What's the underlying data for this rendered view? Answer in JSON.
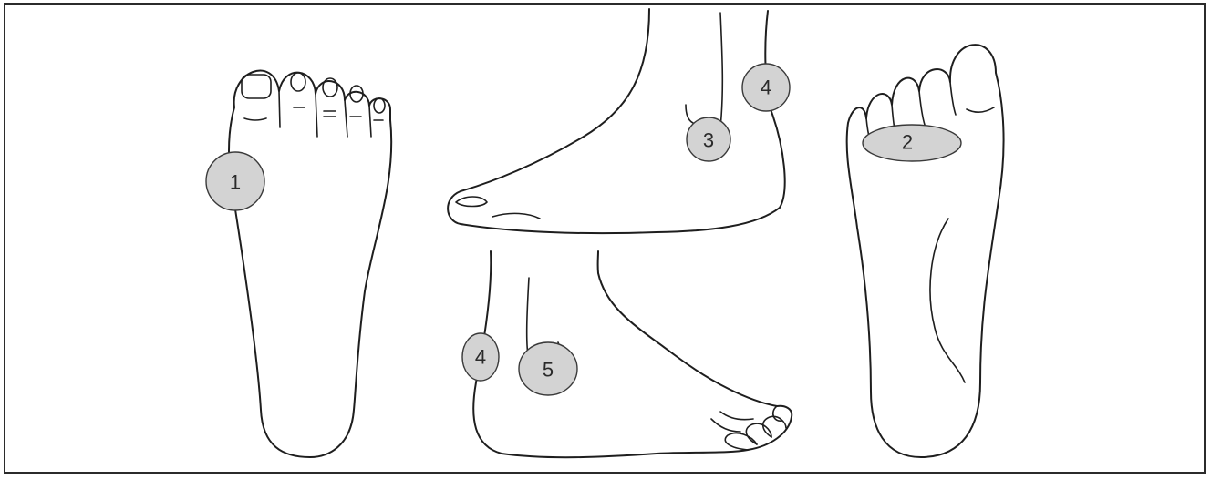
{
  "figure": {
    "markers": [
      {
        "id": "marker-1",
        "label": "1"
      },
      {
        "id": "marker-2",
        "label": "2"
      },
      {
        "id": "marker-3",
        "label": "3"
      },
      {
        "id": "marker-4-top",
        "label": "4"
      },
      {
        "id": "marker-4-side",
        "label": "4"
      },
      {
        "id": "marker-5",
        "label": "5"
      }
    ],
    "colors": {
      "outline": "#1e1e1e",
      "spot_fill": "#d3d3d3",
      "frame": "#2b2b2b"
    }
  }
}
